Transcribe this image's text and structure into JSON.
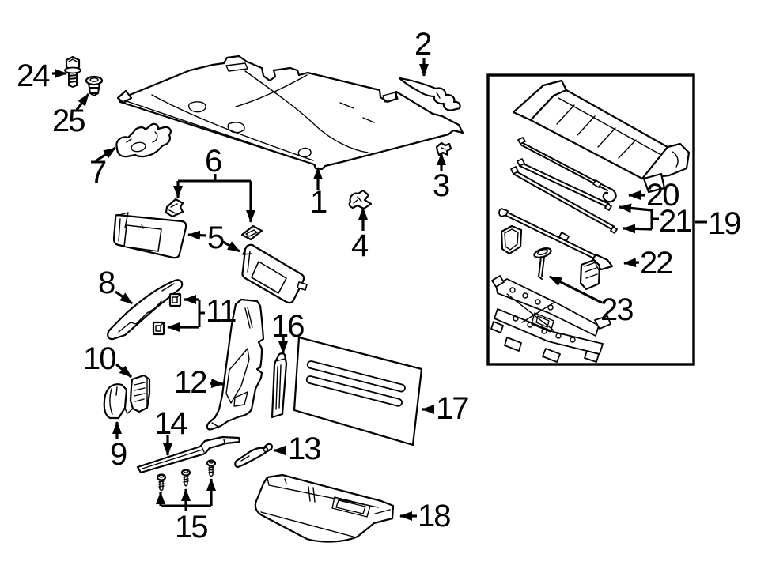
{
  "figure": {
    "kind": "exploded-parts-diagram",
    "background": "#ffffff",
    "line_color": "#000000"
  },
  "callouts": [
    {
      "label": "1"
    },
    {
      "label": "2"
    },
    {
      "label": "3"
    },
    {
      "label": "4"
    },
    {
      "label": "5"
    },
    {
      "label": "6"
    },
    {
      "label": "7"
    },
    {
      "label": "8"
    },
    {
      "label": "9"
    },
    {
      "label": "10"
    },
    {
      "label": "11"
    },
    {
      "label": "12"
    },
    {
      "label": "13"
    },
    {
      "label": "14"
    },
    {
      "label": "15"
    },
    {
      "label": "16"
    },
    {
      "label": "17"
    },
    {
      "label": "18"
    },
    {
      "label": "19"
    },
    {
      "label": "20"
    },
    {
      "label": "21"
    },
    {
      "label": "22"
    },
    {
      "label": "23"
    },
    {
      "label": "24"
    },
    {
      "label": "25"
    }
  ]
}
